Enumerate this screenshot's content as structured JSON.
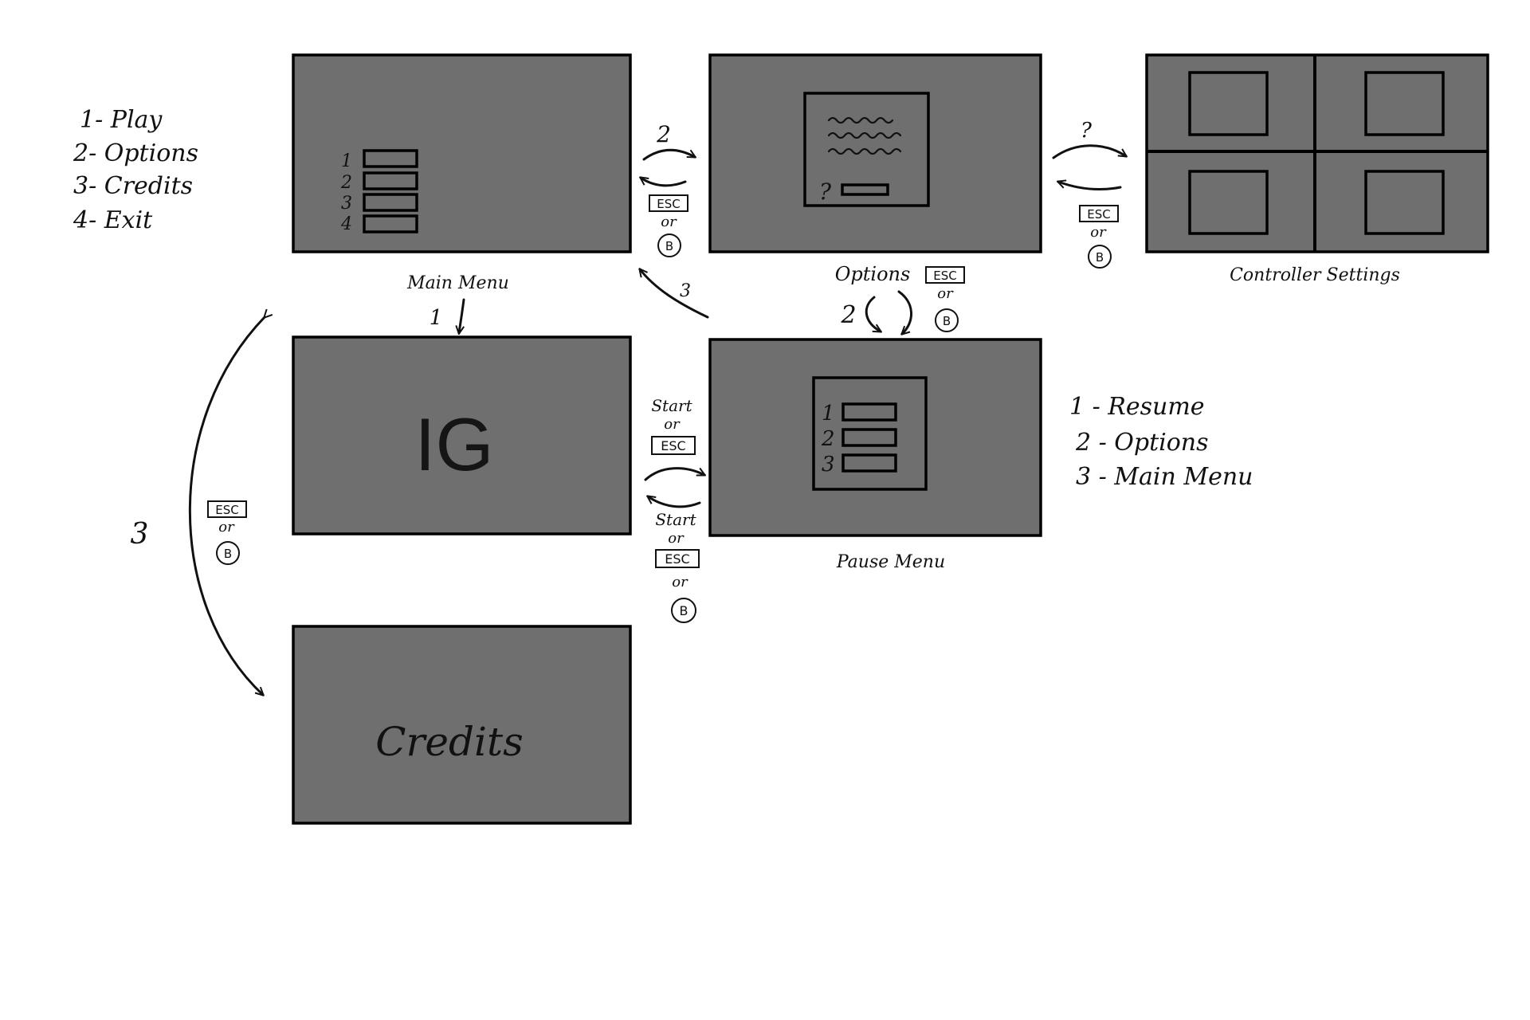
{
  "legends": {
    "main_menu": [
      "1- Play",
      "2- Options",
      "3- Credits",
      "4- Exit"
    ],
    "pause_menu": [
      "1 - Resume",
      "2 - Options",
      "3 - Main Menu"
    ]
  },
  "screens": {
    "main_menu": {
      "caption": "Main Menu",
      "item_numbers": [
        "1",
        "2",
        "3",
        "4"
      ]
    },
    "options": {
      "caption": "Options",
      "help_mark": "?"
    },
    "controller_settings": {
      "caption": "Controller Settings"
    },
    "in_game": {
      "label": "IG"
    },
    "pause_menu": {
      "caption": "Pause Menu",
      "item_numbers": [
        "1",
        "2",
        "3"
      ]
    },
    "credits": {
      "label": "Credits"
    }
  },
  "transitions": {
    "main_to_options": "2",
    "main_to_ingame": "1",
    "pause_to_main": "3",
    "options_to_controller": "?",
    "pause_options_loop": "2",
    "credits_loop": "3",
    "ingame_to_pause": [
      "Start",
      "or"
    ],
    "pause_to_ingame": [
      "Start",
      "or",
      "or"
    ]
  },
  "keys": {
    "esc": "ESC",
    "or": "or",
    "b_button": "B"
  }
}
